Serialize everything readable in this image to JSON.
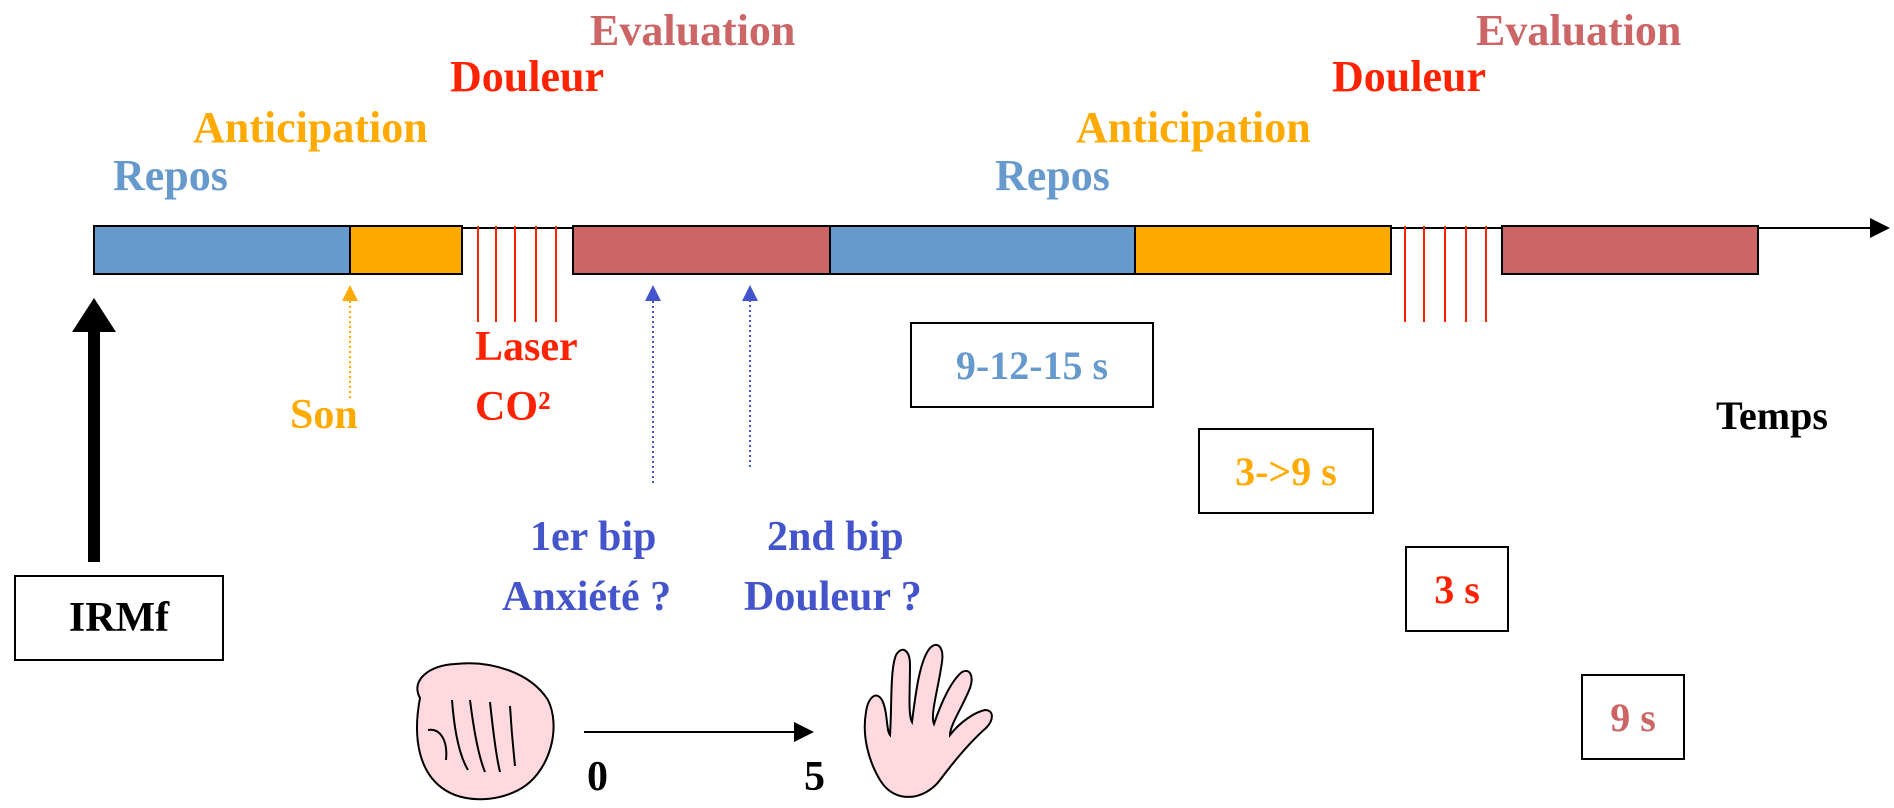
{
  "colors": {
    "repos": "#6699cc",
    "anticipation": "#ffaa00",
    "douleur": "#ff2200",
    "evaluation": "#cc6666",
    "bip": "#4455cc",
    "axis": "#000000",
    "hand_fill": "#ffd9e0"
  },
  "phases": {
    "first": {
      "repos": "Repos",
      "anticipation": "Anticipation",
      "douleur": "Douleur",
      "evaluation": "Evaluation"
    },
    "second": {
      "repos": "Repos",
      "anticipation": "Anticipation",
      "douleur": "Douleur",
      "evaluation": "Evaluation"
    }
  },
  "axis_label": "Temps",
  "stimuli": {
    "son": "Son",
    "laser_line1": "Laser",
    "laser_line2": "CO²"
  },
  "bips": {
    "first_line1": "1er bip",
    "first_line2": "Anxiété ?",
    "second_line1": "2nd bip",
    "second_line2": "Douleur ?"
  },
  "irmf_label": "IRMf",
  "durations": {
    "repos": "9-12-15 s",
    "anticipation": "3->9 s",
    "douleur": "3 s",
    "evaluation": "9 s"
  },
  "scale": {
    "min": "0",
    "max": "5"
  },
  "icons": {
    "fist": "closed-fist-icon",
    "open_hand": "open-hand-icon"
  }
}
